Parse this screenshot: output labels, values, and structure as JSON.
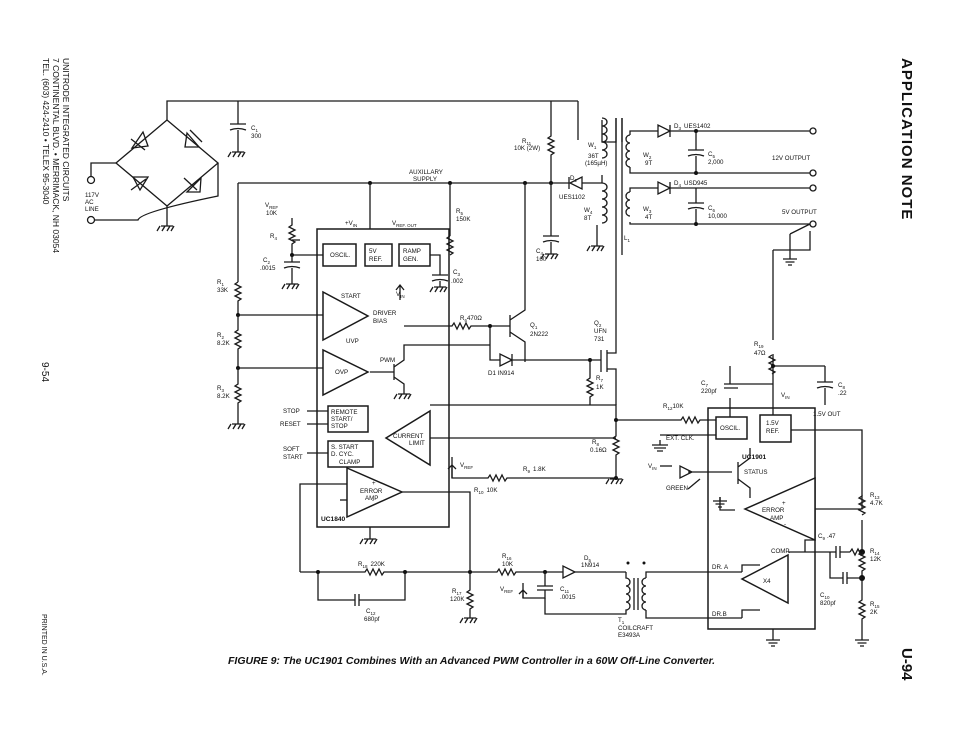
{
  "side_header": "APPLICATION NOTE",
  "side_page_code": "U-94",
  "side_company": [
    "UNITRODE INTEGRATED CIRCUITS",
    "7 CONTINENTAL BLVD. • MERRIMACK, NH 03054",
    "TEL. (603) 424-2410 • TELEX 95-3040"
  ],
  "side_page_number": "9-54",
  "side_printed": "PRINTED IN U.S.A.",
  "caption": "FIGURE 9: The UC1901 Combines With an Advanced PWM Controller in a 60W Off-Line Converter.",
  "labels": {
    "c1": "C",
    "c1_sub": "1",
    "c1_val": "300",
    "line": [
      "117V",
      "AC",
      "LINE"
    ],
    "r11": "R",
    "r11_sub": "11",
    "r11_val": "10K (2W)",
    "w1": "W",
    "w1_sub": "1",
    "w1_val1": "36T",
    "w1_val2": "(165µH)",
    "w2": "W",
    "w2_sub": "2",
    "w2_val": "9T",
    "d3": "D",
    "d3_sub": "3",
    "d3_val": "UES1402",
    "c5": "C",
    "c5_sub": "5",
    "c5_val": "2,000",
    "out12": "12V OUTPUT",
    "aux": [
      "AUXILLARY",
      "SUPPLY"
    ],
    "d2": "D",
    "d2_sub": "2",
    "d2_val": "UES1102",
    "d4": "D",
    "d4_sub": "4",
    "d4_val": "USD945",
    "w4": "W",
    "w4_sub": "4",
    "w4_val": "8T",
    "w3": "W",
    "w3_sub": "3",
    "w3_val": "4T",
    "c6": "C",
    "c6_sub": "6",
    "c6_val": "10,000",
    "out5": "5V OUTPUT",
    "l1": "L",
    "l1_sub": "1",
    "vref_lbl": "V",
    "vref_sub": "REF",
    "vref_val": "10K",
    "r4": "R",
    "r4_sub": "4",
    "vin_top": "+V",
    "vin_top_sub": "IN",
    "vrefout": "V",
    "vrefout_sub": "REF. OUT",
    "r5": "R",
    "r5_sub": "5",
    "r5_val": "150K",
    "c4": "C",
    "c4_sub": "4",
    "c4_val": "100",
    "oscil": "OSCIL.",
    "ref5": [
      "5V",
      "REF."
    ],
    "ramp": [
      "RAMP",
      "GEN."
    ],
    "c2": "C",
    "c2_sub": "2",
    "c2_val": ".0015",
    "c3": "C",
    "c3_sub": "3",
    "c3_val": ".002",
    "r1": "R",
    "r1_sub": "1",
    "r1_val": "33K",
    "start": "START",
    "vin2": "V",
    "vin2_sub": "IN",
    "driver": [
      "DRIVER",
      "BIAS"
    ],
    "uvp": "UVP",
    "r6": "R",
    "r6_sub": "6",
    "r6_val": "470Ω",
    "q1": "Q",
    "q1_sub": "1",
    "q1_val": "2N222",
    "q2": "Q",
    "q2_sub": "2",
    "q2_val1": "UFN",
    "q2_val2": "731",
    "r2": "R",
    "r2_sub": "2",
    "r2_val": "8.2K",
    "ovp": "OVP",
    "pwm": "PWM",
    "d1": "D1 IN914",
    "r7": "R",
    "r7_sub": "7",
    "r7_val": "1K",
    "r3": "R",
    "r3_sub": "3",
    "r3_val": "8.2K",
    "r19": "R",
    "r19_sub": "19",
    "r19_val": "47Ω",
    "c7": "C",
    "c7_sub": "7",
    "c7_val": "220pf",
    "c8": "C",
    "c8_sub": "8",
    "c8_val": ".22",
    "vin3": "V",
    "vin3_sub": "IN",
    "r12": "R",
    "r12_sub": "12",
    "r12_val": "10K",
    "ref15": [
      "1.5V",
      "REF."
    ],
    "out15": "1.5V OUT",
    "stop": "STOP",
    "reset": "RESET",
    "remote": [
      "REMOTE",
      "START/",
      "STOP"
    ],
    "climit": [
      "CURRENT",
      "LIMIT"
    ],
    "r8": "R",
    "r8_sub": "8",
    "r8_val": "0.16Ω",
    "extclk": "EXT. CLK.",
    "uc1901": "UC1901",
    "soft": [
      "SOFT",
      "START"
    ],
    "sstart": [
      "S. START",
      "D. CYC.",
      "CLAMP"
    ],
    "vref2": "V",
    "vref2_sub": "REF",
    "r9": "R",
    "r9_sub": "9",
    "r9_val": "1.8K",
    "vin4": "V",
    "vin4_sub": "IN",
    "status": "STATUS",
    "green": "GREEN",
    "eamp1": [
      "ERROR",
      "AMP"
    ],
    "r10": "R",
    "r10_sub": "10",
    "r10_val": "10K",
    "r13": "R",
    "r13_sub": "13",
    "r13_val": "4.7K",
    "eamp2": [
      "ERROR",
      "AMP"
    ],
    "uc1840": "UC1840",
    "c9": "C",
    "c9_sub": "9",
    "c9_val": ".47",
    "comp": "COMP.",
    "r14": "R",
    "r14_sub": "14",
    "r14_val": "12K",
    "r18": "R",
    "r18_sub": "18",
    "r18_val": "220K",
    "r16": "R",
    "r16_sub": "16",
    "r16_val": "10K",
    "d5": "D",
    "d5_sub": "5",
    "d5_val": "1N914",
    "dra": "DR. A",
    "vref3": "V",
    "vref3_sub": "REF",
    "c11": "C",
    "c11_sub": "11",
    "c11_val": ".0015",
    "x4": "X4",
    "c10": "C",
    "c10_sub": "10",
    "c10_val": "820pf",
    "r17": "R",
    "r17_sub": "17",
    "r17_val": "120K",
    "r15": "R",
    "r15_sub": "15",
    "r15_val": "2K",
    "c12": "C",
    "c12_sub": "12",
    "c12_val": "680pf",
    "drb": "DR.B",
    "t1": [
      "T",
      "COILCRAFT",
      "E3493A"
    ],
    "t1_sub": "1",
    "plus": "+",
    "minus": "-"
  }
}
